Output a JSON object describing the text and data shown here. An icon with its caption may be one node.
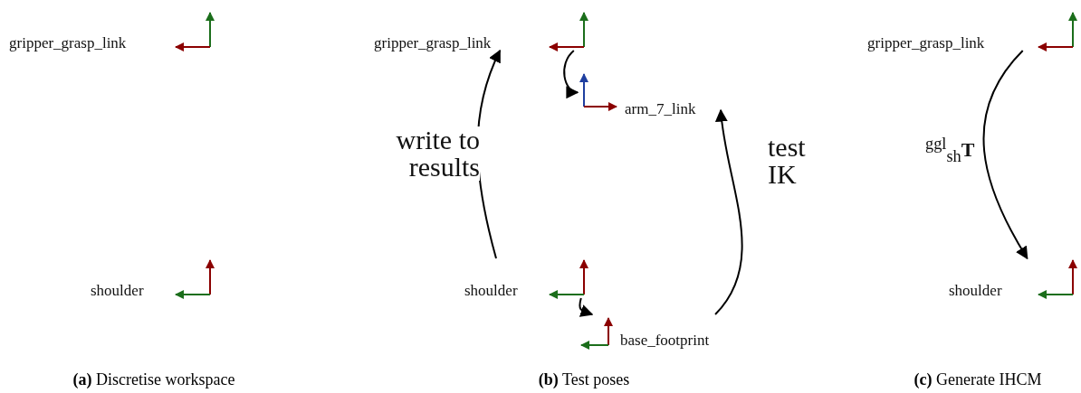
{
  "diagram": {
    "nodes": [
      {
        "text": [
          "gripper_grasp_link"
        ]
      },
      {
        "text": [
          "arm_7_link"
        ]
      },
      {
        "text": [
          "shoulder"
        ]
      },
      {
        "text": [
          "base_footprint"
        ]
      },
      {
        "text": [
          "gripper_grasp_link"
        ]
      },
      {
        "text": [
          "shoulder"
        ]
      }
    ],
    "edges": [
      {
        "from": 2,
        "to": 0,
        "arrow": "to",
        "label": "write to results"
      },
      {
        "from": 0,
        "to": 1,
        "arrow": "to"
      },
      {
        "from": 2,
        "to": 3,
        "arrow": "to"
      },
      {
        "from": 3,
        "to": 1,
        "arrow": "to",
        "label": "test IK"
      },
      {
        "from": 4,
        "to": 5,
        "arrow": "to",
        "label": "$^{ggl}$$_{sh}$**T**"
      }
    ],
    "labels": [
      "gripper_grasp_link",
      "shoulder",
      "**(a)** Discretise workspace",
      "**(b)** Test poses",
      "**(c)** Generate IHCM"
    ]
  }
}
